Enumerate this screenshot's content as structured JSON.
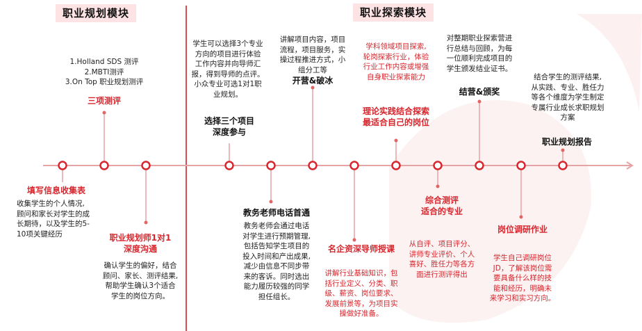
{
  "colors": {
    "accent": "#d7262d",
    "header_bg": "#fde3e3",
    "line": "#e5a3a3"
  },
  "headers": {
    "career_planning": "职业规划模块",
    "career_exploration": "职业探索模块"
  },
  "steps": {
    "s1": {
      "title": "填写信息收集表",
      "desc": [
        "收集学生的个人情况,",
        "顾问和家长对学生的成",
        "长期待，以及学生的5-",
        "10项关键经历"
      ]
    },
    "s2": {
      "title": "三项测评",
      "desc": [
        "1.Holland SDS 测评",
        "2.MBTI测评",
        "3.On Top 职业规划测评"
      ]
    },
    "s3": {
      "title": [
        "职业规划师1对1",
        "深度沟通"
      ],
      "desc": [
        "确认学生的偏好，结合",
        "顾问、家长、测评结果,",
        "帮助学生确认3个适合",
        "学生的岗位方向。"
      ]
    },
    "s4": {
      "title": [
        "选择三个项目",
        "深度参与"
      ],
      "desc": [
        "学生可以选择3个专业",
        "方向的项目进行体验",
        "工作内容并向导师汇",
        "报，得到导师的点评。",
        "小众专业可选1对1职",
        "业规划。"
      ]
    },
    "s5": {
      "title": "教务老师电话首通",
      "desc": [
        "教务老师会通过电话",
        "对学生进行预期管理,",
        "包括告知学生项目的",
        "投入时间和产出成果,",
        "减少由信息不同步带",
        "来的客诉。同时选出",
        "能力履历较强的同学",
        "担任组长。"
      ]
    },
    "s6": {
      "title": "开营&破冰",
      "desc": [
        "讲解项目内容，项目",
        "流程，项目服务，实",
        "操过程推进方式，小",
        "组分工等"
      ]
    },
    "s7": {
      "title": "名企资深导师授课",
      "desc": [
        "讲解行业基础知识，包",
        "括行业定义、分类、职",
        "级、薪资、岗位要求、",
        "发展前景等，为项目实",
        "操做好准备。"
      ]
    },
    "s8": {
      "title": [
        "理论实践结合探索",
        "最适合自己的岗位"
      ],
      "desc": [
        "学科领域项目探索,",
        "轮岗探索行业，体验",
        "行业工作内容或增强",
        "自身职业探索能力"
      ]
    },
    "s9": {
      "title": [
        "综合测评",
        "适合的专业"
      ],
      "desc": [
        "从自评、项目评分、",
        "讲师专业评价、个人",
        "喜好、胜任力等各方",
        "面进行测评得出"
      ]
    },
    "s10": {
      "title": "结营&颁奖",
      "desc": [
        "对整期职业探索营进",
        "行总结与回顾，为每",
        "一位顺利完成项目的",
        "学生颁发结业证书。"
      ]
    },
    "s11": {
      "title": "岗位调研作业",
      "desc": [
        "学生自己调研岗位",
        "JD，了解该岗位需",
        "要具备什么样的技",
        "能和经历，明确未",
        "来学习和实习方向。"
      ]
    },
    "s12": {
      "title": "职业规划报告",
      "desc": [
        "结合学生的测评结果,",
        "从实践、专业、胜任力",
        "等各个维度为学生制定",
        "专属行业成长求职规划",
        "方案"
      ]
    }
  }
}
